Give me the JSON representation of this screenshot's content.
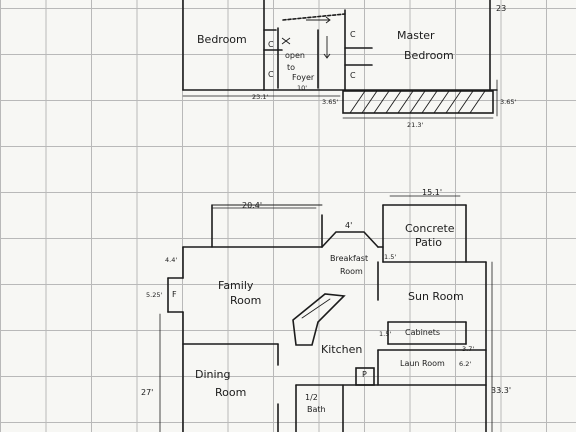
{
  "page_number": "23",
  "rooms": {
    "bedroom": "Bedroom",
    "master_line1": "Master",
    "master_line2": "Bedroom",
    "open_line1": "open",
    "open_line2": "to",
    "open_line3": "Foyer",
    "concrete_line1": "Concrete",
    "concrete_line2": "Patio",
    "breakfast_line1": "Breakfast",
    "breakfast_line2": "Room",
    "family_line1": "Family",
    "family_line2": "Room",
    "sun_room": "Sun Room",
    "cabinets": "Cabinets",
    "kitchen": "Kitchen",
    "laun_room": "Laun Room",
    "dining_line1": "Dining",
    "dining_line2": "Room",
    "bath_line1": "1/2",
    "bath_line2": "Bath"
  },
  "marks": {
    "closet": "C",
    "pantry": "P",
    "fireplace": "F"
  },
  "dimensions": {
    "d23_1": "23.1'",
    "d3_65_left": "3.65'",
    "d21_3": "21.3'",
    "d3_65_right": "3.65'",
    "d10": "10'",
    "d15_1": "15.1'",
    "d20_4": "20.4'",
    "d4": "4'",
    "d4_4": "4.4'",
    "d1_5": "1.5'",
    "d5_25": "5.25'",
    "d1_5b": "1.5'",
    "d3_7": "3.7'",
    "d6_2": "6.2'",
    "d27": "27'",
    "d33_3": "33.3'"
  },
  "colors": {
    "ink": "#1c1c1c",
    "grid": "#b9b9b9",
    "paper": "#f7f7f4"
  }
}
